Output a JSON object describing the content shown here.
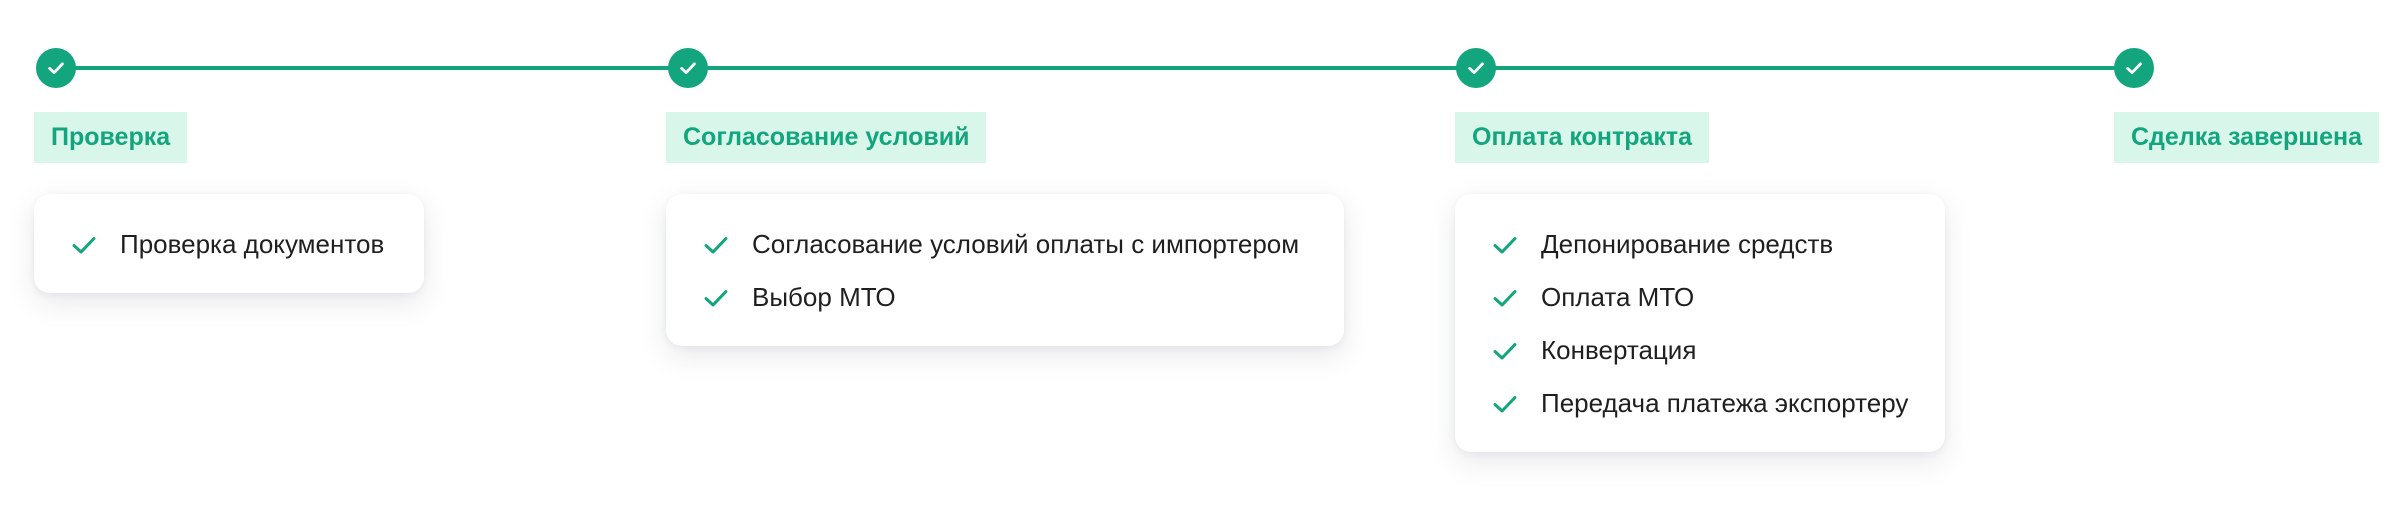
{
  "colors": {
    "accent": "#13a57e",
    "label_background": "#d9f6ea",
    "text": "#1f1f1f"
  },
  "stages": [
    {
      "label": "Проверка",
      "icon": "check-icon",
      "status": "completed",
      "tasks": [
        "Проверка документов"
      ]
    },
    {
      "label": "Согласование условий",
      "icon": "check-icon",
      "status": "completed",
      "tasks": [
        "Согласование условий оплаты с импортером",
        "Выбор МТО"
      ]
    },
    {
      "label": "Оплата контракта",
      "icon": "check-icon",
      "status": "completed",
      "tasks": [
        "Депонирование средств",
        "Оплата МТО",
        "Конвертация",
        "Передача платежа экспортеру"
      ]
    },
    {
      "label": "Сделка завершена",
      "icon": "check-icon",
      "status": "completed",
      "tasks": []
    }
  ]
}
